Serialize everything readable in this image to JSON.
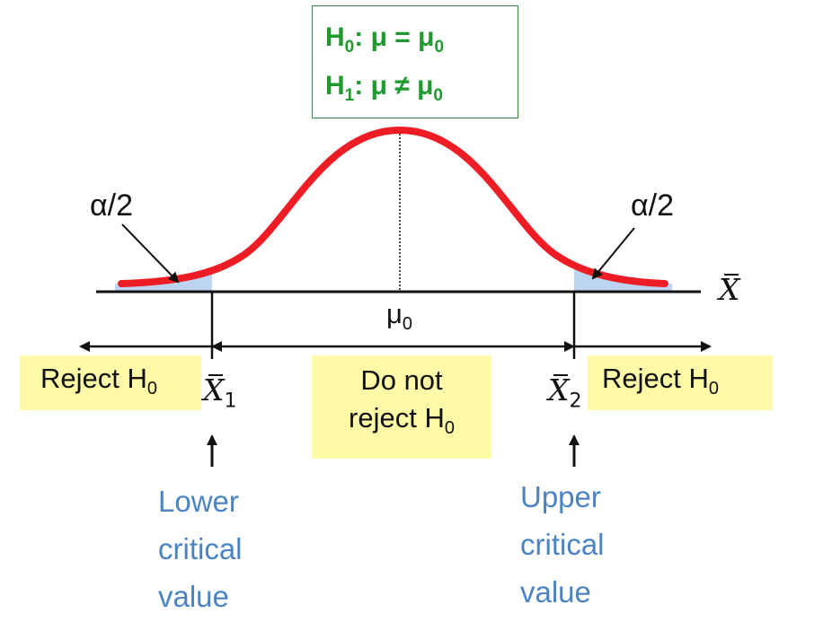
{
  "hypotheses": {
    "h0_main": "H",
    "h0_sub": "0",
    "h0_rest": ": μ = μ",
    "h0_rest_sub": "0",
    "h1_main": "H",
    "h1_sub": "1",
    "h1_rest": ": μ ≠ μ",
    "h1_rest_sub": "0"
  },
  "tails": {
    "left_label": "α/2",
    "right_label": "α/2"
  },
  "axis": {
    "mean_label": "μ",
    "mean_sub": "0",
    "axis_label": "X"
  },
  "regions": {
    "left": {
      "text": "Reject H",
      "sub": "0"
    },
    "center_line1": "Do not",
    "center_line2": "reject H",
    "center_sub": "0",
    "right": {
      "text": "Reject H",
      "sub": "0"
    }
  },
  "critical_values": {
    "lower_symbol": "X",
    "lower_sub": "1",
    "upper_symbol": "X",
    "upper_sub": "2",
    "lower_lines": [
      "Lower",
      "critical",
      "value"
    ],
    "upper_lines": [
      "Upper",
      "critical",
      "value"
    ]
  },
  "colors": {
    "curve": "#ee1c25",
    "tail_fill": "#bcd4ef",
    "hypothesis_text": "#1e9a2e",
    "region_fill": "#fffaa8",
    "critical_label": "#4a84c4"
  }
}
